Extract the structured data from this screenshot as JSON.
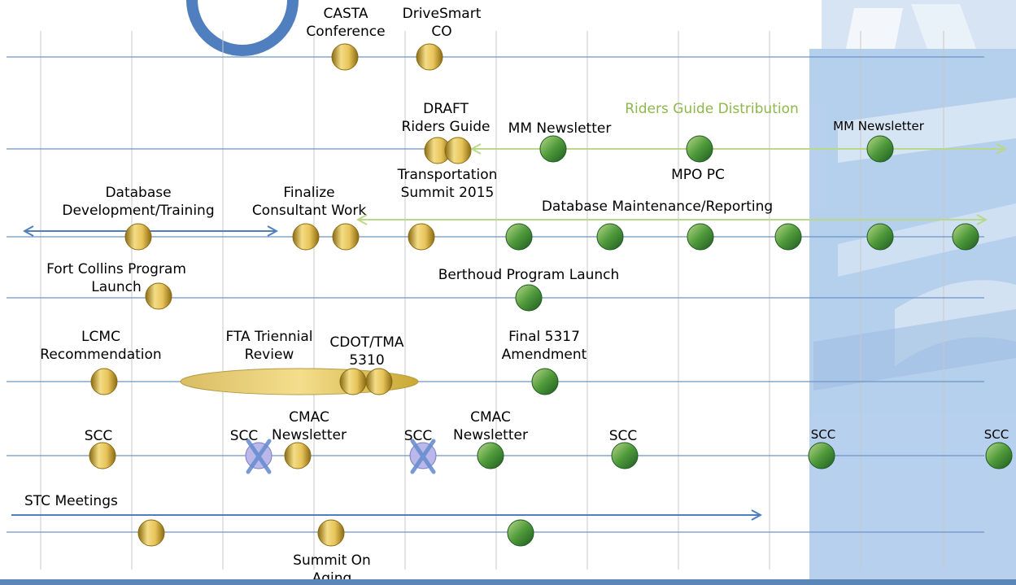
{
  "labels": {
    "casta": "CASTA\nConference",
    "drivesmart": "DriveSmart\nCO",
    "draft_riders": "DRAFT\nRiders Guide",
    "mm_newsletter_1": "MM Newsletter",
    "riders_guide_distribution": "Riders Guide Distribution",
    "mm_newsletter_2": "MM Newsletter",
    "transportation_summit": "Transportation\nSummit 2015",
    "mpo_pc": "MPO PC",
    "database_dev": "Database\nDevelopment/Training",
    "finalize_consultant": "Finalize\nConsultant Work",
    "database_maint": "Database Maintenance/Reporting",
    "fort_collins": "Fort Collins Program\nLaunch",
    "berthoud": "Berthoud Program Launch",
    "lcmc": "LCMC\nRecommendation",
    "fta_triennial": "FTA Triennial\nReview",
    "cdot_tma": "CDOT/TMA\n5310",
    "final_5317": "Final 5317\nAmendment",
    "scc_1": "SCC",
    "scc_2": "SCC",
    "cmac_1": "CMAC\nNewsletter",
    "scc_3": "SCC",
    "cmac_2": "CMAC\nNewsletter",
    "scc_4": "SCC",
    "scc_5": "SCC",
    "scc_6": "SCC",
    "stc_meetings": "STC Meetings",
    "summit_on_aging": "Summit On\nAging"
  },
  "colors": {
    "gold": "#c9a834",
    "green": "#4f9a3a",
    "row_line": "#6f93c4",
    "grid": "#c8c8c8",
    "arrow_blue": "#4f7fbe",
    "arrow_green": "#b9d88a",
    "bg_shape": "#a9c8ea"
  }
}
